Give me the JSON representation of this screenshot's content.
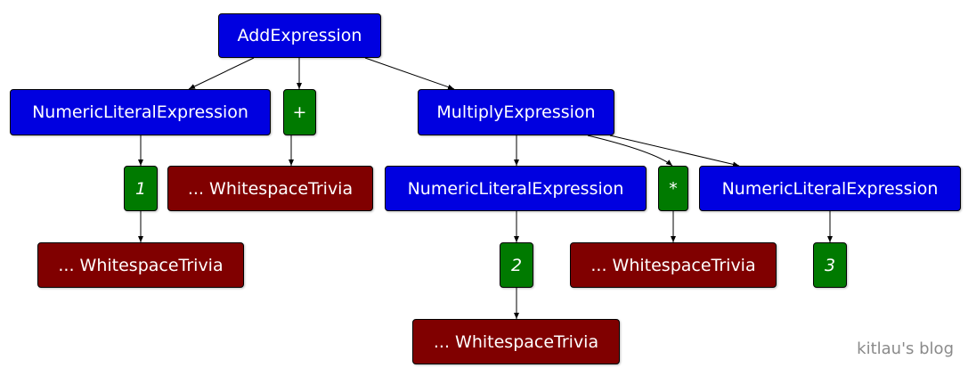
{
  "colors": {
    "syntax": "#0000e0",
    "token": "#007a00",
    "trivia": "#800000"
  },
  "nodes": {
    "add_expression": "AddExpression",
    "numeric_literal_1": "NumericLiteralExpression",
    "plus_token": "+",
    "multiply_expression": "MultiplyExpression",
    "token_1": "1",
    "trivia_plus": "... WhitespaceTrivia",
    "numeric_literal_2": "NumericLiteralExpression",
    "star_token": "*",
    "numeric_literal_3": "NumericLiteralExpression",
    "trivia_1": "... WhitespaceTrivia",
    "token_2": "2",
    "trivia_star": "... WhitespaceTrivia",
    "token_3": "3",
    "trivia_2": "... WhitespaceTrivia"
  },
  "watermark": "kitlau's blog"
}
